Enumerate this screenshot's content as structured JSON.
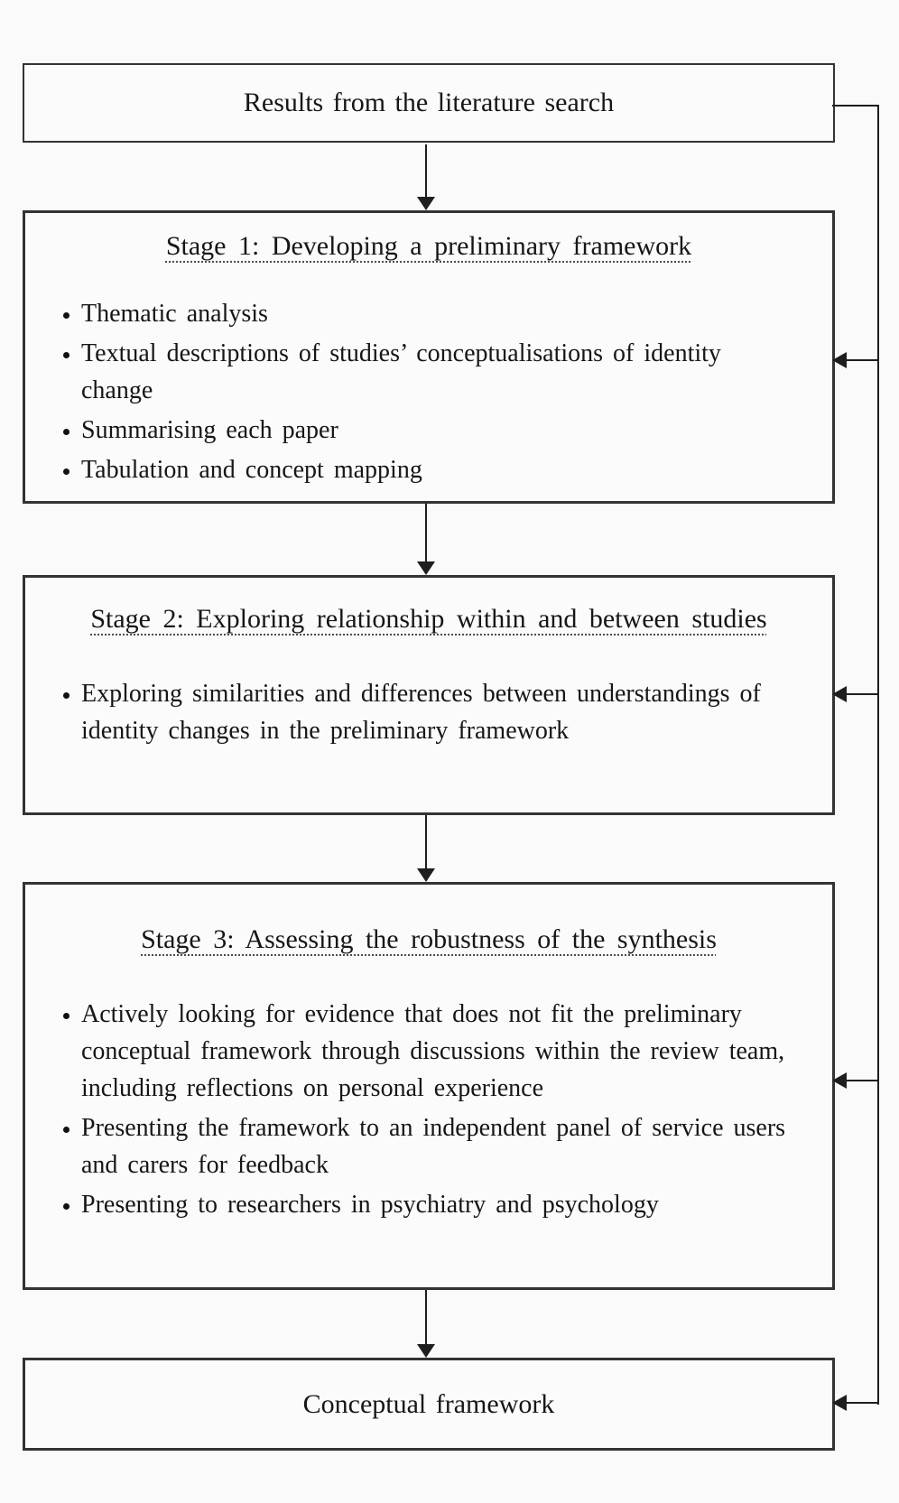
{
  "diagram": {
    "title_hint": "Meta-synthesis stages flowchart",
    "colors": {
      "line": "#1e1e1e",
      "box_border": "#333333",
      "background": "#fbfafa",
      "text": "#161616"
    },
    "top_box": {
      "label": "Results from the literature search"
    },
    "stage1": {
      "heading": "Stage 1: Developing a preliminary framework",
      "bullets": [
        "Thematic analysis",
        "Textual descriptions of studies’ conceptualisations of identity change",
        "Summarising each paper",
        "Tabulation and concept mapping"
      ]
    },
    "stage2": {
      "heading": "Stage 2: Exploring relationship within and between studies",
      "bullets": [
        "Exploring similarities and differences between understandings of identity changes in the preliminary framework"
      ]
    },
    "stage3": {
      "heading": "Stage 3: Assessing the robustness of the synthesis",
      "bullets": [
        "Actively looking for evidence that does not fit the preliminary conceptual framework through discussions within the review team, including reflections on personal experience",
        "Presenting the framework to an independent panel of service users and carers for feedback",
        "Presenting to researchers in psychiatry and psychology"
      ]
    },
    "bottom_box": {
      "label": "Conceptual framework"
    }
  }
}
